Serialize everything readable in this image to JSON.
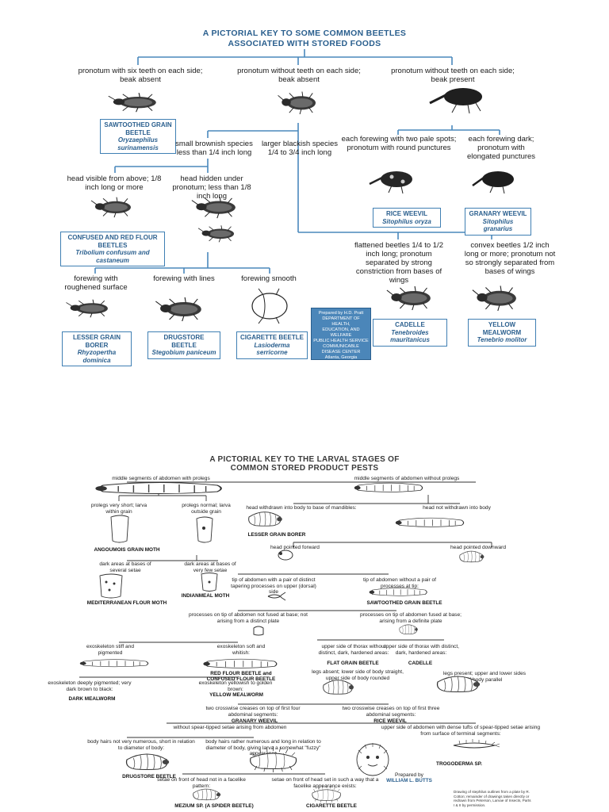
{
  "top_key": {
    "title_line1": "A PICTORIAL KEY TO SOME COMMON BEETLES",
    "title_line2": "ASSOCIATED WITH STORED FOODS",
    "branch_six_teeth": "pronotum with six teeth on each side; beak absent",
    "branch_no_teeth_no_beak": "pronotum without teeth on each side; beak absent",
    "branch_no_teeth_beak": "pronotum without teeth on each side; beak present",
    "small_brownish": "small brownish species less than 1/4 inch long",
    "larger_blackish": "larger blackish species 1/4 to 3/4 inch long",
    "head_visible": "head visible from above; 1/8 inch long or more",
    "head_hidden": "head hidden under pronotum; less than 1/8 inch long",
    "two_pale_spots": "each forewing with two pale spots; pronotum with round punctures",
    "forewing_dark": "each forewing dark; pronotum with elongated punctures",
    "flattened": "flattened beetles 1/4 to 1/2 inch long; pronotum separated by strong constriction from bases of wings",
    "convex": "convex beetles 1/2 inch long or more; pronotum not so strongly separated from bases of wings",
    "roughened": "forewing with roughened surface",
    "with_lines": "forewing with lines",
    "smooth": "forewing smooth",
    "species": {
      "sawtoothed": {
        "name": "SAWTOOTHED GRAIN BEETLE",
        "latin": "Oryzaephilus surinamensis"
      },
      "confused": {
        "name": "CONFUSED AND RED FLOUR BEETLES",
        "latin": "Tribolium confusum and castaneum"
      },
      "rice_weevil": {
        "name": "RICE WEEVIL",
        "latin": "Sitophilus oryza"
      },
      "granary_weevil": {
        "name": "GRANARY WEEVIL",
        "latin": "Sitophilus granarius"
      },
      "cadelle": {
        "name": "CADELLE",
        "latin": "Tenebroides mauritanicus"
      },
      "yellow_mealworm": {
        "name": "YELLOW MEALWORM",
        "latin": "Tenebrio molitor"
      },
      "lesser_grain_borer": {
        "name": "LESSER GRAIN BORER",
        "latin": "Rhyzopertha dominica"
      },
      "drugstore": {
        "name": "DRUGSTORE BEETLE",
        "latin": "Stegobium paniceum"
      },
      "cigarette": {
        "name": "CIGARETTE BEETLE",
        "latin": "Lasioderma serricorne"
      }
    },
    "credit": {
      "l1": "Prepared by H.D. Pratt",
      "l2": "DEPARTMENT OF HEALTH,",
      "l3": "EDUCATION, AND WELFARE",
      "l4": "PUBLIC HEALTH SERVICE",
      "l5": "COMMUNICABLE DISEASE CENTER",
      "l6": "Atlanta, Georgia"
    }
  },
  "bottom_key": {
    "title_line1": "A PICTORIAL KEY TO THE LARVAL STAGES OF",
    "title_line2": "COMMON STORED PRODUCT PESTS",
    "with_prolegs": "middle segments of abdomen with prolegs",
    "without_prolegs": "middle segments of abdomen without prolegs",
    "prolegs_short": "prolegs very short; larva within grain",
    "prolegs_normal": "prolegs normal; larva outside grain",
    "head_withdrawn": "head withdrawn into body to base of mandibles:",
    "head_not_withdrawn": "head not withdrawn into body",
    "angoumois": "ANGOUMOIS GRAIN MOTH",
    "lesser_grain_borer": "LESSER GRAIN BORER",
    "head_forward": "head pointed forward",
    "head_downward": "head pointed downward",
    "dark_several": "dark areas at bases of several setae",
    "dark_few": "dark areas at bases of very few setae",
    "tip_pair": "tip of abdomen with a pair of distinct tapering processes on upper (dorsal) side",
    "tip_without": "tip of abdomen without a pair of processes at tip:",
    "mediterranean": "MEDITERRANEAN FLOUR MOTH",
    "indianmeal": "INDIANMEAL MOTH",
    "sawtoothed": "SAWTOOTHED GRAIN BEETLE",
    "processes_not_fused": "processes on tip of abdomen not fused at base; not arising from a distinct plate",
    "processes_fused": "processes on tip of abdomen fused at base; arising from a definite plate",
    "exo_stiff": "exoskeleton stiff and pigmented",
    "exo_soft": "exoskeleton soft and whitish:",
    "thorax_without": "upper side of thorax without distinct, dark, hardened areas:",
    "flat_grain": "FLAT GRAIN BEETLE",
    "thorax_with": "upper side of thorax with distinct, dark, hardened areas:",
    "cadelle": "CADELLE",
    "red_flour": "RED FLOUR BEETLE and CONFUSED FLOUR BEETLE",
    "legs_absent": "legs absent; lower side of body straight, upper side of body rounded",
    "legs_present": "legs present; upper and lower sides of body parallel",
    "deeply_pigmented": "exoskeleton deeply pigmented; very dark brown to black:",
    "dark_mealworm": "DARK MEALWORM",
    "yellowish": "exoskeleton yellowish to golden brown:",
    "yellow_mealworm": "YELLOW MEALWORM",
    "four_creases": "two crosswise creases on top of first four abdominal segments:",
    "granary_weevil": "GRANARY WEEVIL",
    "three_creases": "two crosswise creases on top of first three abdominal segments:",
    "rice_weevil": "RICE WEEVIL",
    "without_spear": "without spear-tipped setae arising from abdomen",
    "with_tufts": "upper side of abdomen with dense tufts of spear-tipped setae arising from surface of terminal segments:",
    "hairs_not_numerous": "body hairs not very numerous, short in relation to diameter of body:",
    "hairs_numerous": "body hairs rather numerous and long in relation to diameter of body, giving larva a somewhat \"fuzzy\" appearance",
    "trogoderma": "TROGODERMA SP.",
    "drugstore": "DRUGSTORE BEETLE",
    "prepared_by": "Prepared by",
    "author": "WILLIAM L. BUTTS",
    "setae_not_facelike": "setae on front of head not in a facelike pattern:",
    "setae_facelike": "setae on front of head set in such a way that a facelike appearance exists:",
    "mezium": "MEZIUM SP. (A SPIDER BEETLE)",
    "cigarette": "CIGARETTE BEETLE",
    "source_note": "Drawing of stephilus outlines from a plate by R. Cotton; remainder of drawings taken directly or redrawn from Peterson, Larvae of Insects, Parts I & II by permission."
  }
}
